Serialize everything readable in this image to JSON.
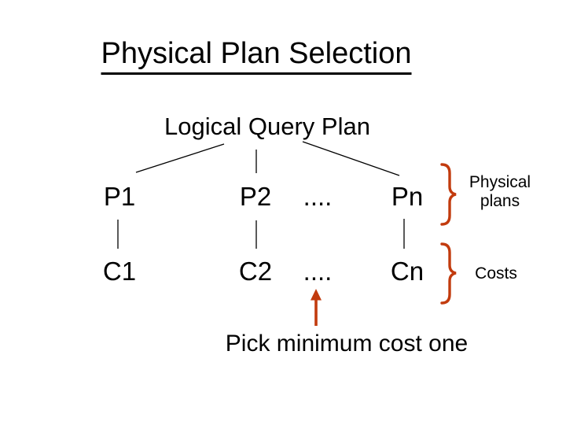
{
  "colors": {
    "accent": "#C23B0E",
    "text": "#000000",
    "background": "#FFFFFF",
    "line": "#000000"
  },
  "slide": {
    "title": "Physical Plan Selection",
    "diagram": {
      "root_label": "Logical Query Plan",
      "plan_row": {
        "items": [
          "P1",
          "P2",
          "....",
          "Pn"
        ]
      },
      "cost_row": {
        "items": [
          "C1",
          "C2",
          "....",
          "Cn"
        ]
      },
      "plan_brace": {
        "label_line1": "Physical",
        "label_line2": "plans"
      },
      "cost_brace": {
        "label": "Costs"
      }
    },
    "caption": "Pick minimum cost one"
  }
}
